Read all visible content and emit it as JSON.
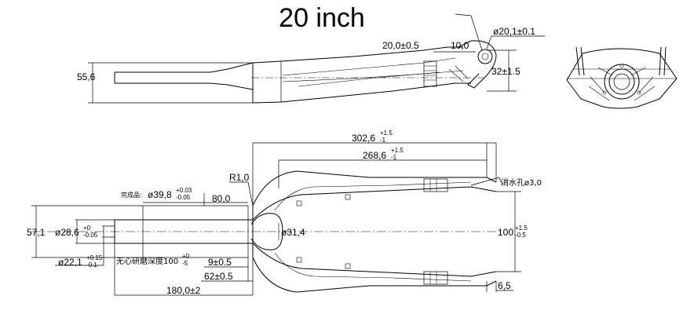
{
  "title": "20 inch",
  "side_view": {
    "height_label": "55,6",
    "slot_width": "20,0±0.5",
    "end_width": "10,0",
    "dropout_hole": "ø20,1±0.1",
    "dropout_height": "32±1.5"
  },
  "top_view": {
    "total_length": "302,6",
    "total_length_tol_upper": "+1.5",
    "total_length_tol_lower": "-1",
    "blade_length": "268,6",
    "blade_length_tol_upper": "+1.5",
    "blade_length_tol_lower": "-1",
    "radius": "R1,0",
    "vent_hole": "消水孔ø3,0",
    "finished_prefix": "完成品:",
    "crown_race_dia": "ø39,8",
    "crown_race_tol_upper": "+0.03",
    "crown_race_tol_lower": "-0.05",
    "race_length": "80,0",
    "steerer_od_left": "57,1",
    "steerer_od": "ø28,6",
    "steerer_od_tol_upper": "+0",
    "steerer_od_tol_lower": "-0.05",
    "crown_bore": "ø31,4",
    "steerer_id": "ø22,1",
    "steerer_id_tol_upper": "+0.15",
    "steerer_id_tol_lower": "-0.1",
    "grind_depth": "无心研磨深度100",
    "grind_tol_upper": "+0",
    "grind_tol_lower": "-5",
    "offset_9": "9±0.5",
    "offset_62": "62±0.5",
    "steerer_length": "180,0±2",
    "axle_spacing": "100",
    "axle_tol_upper": "+1.5",
    "axle_tol_lower": "-0.5",
    "tip_width": "6,5"
  }
}
